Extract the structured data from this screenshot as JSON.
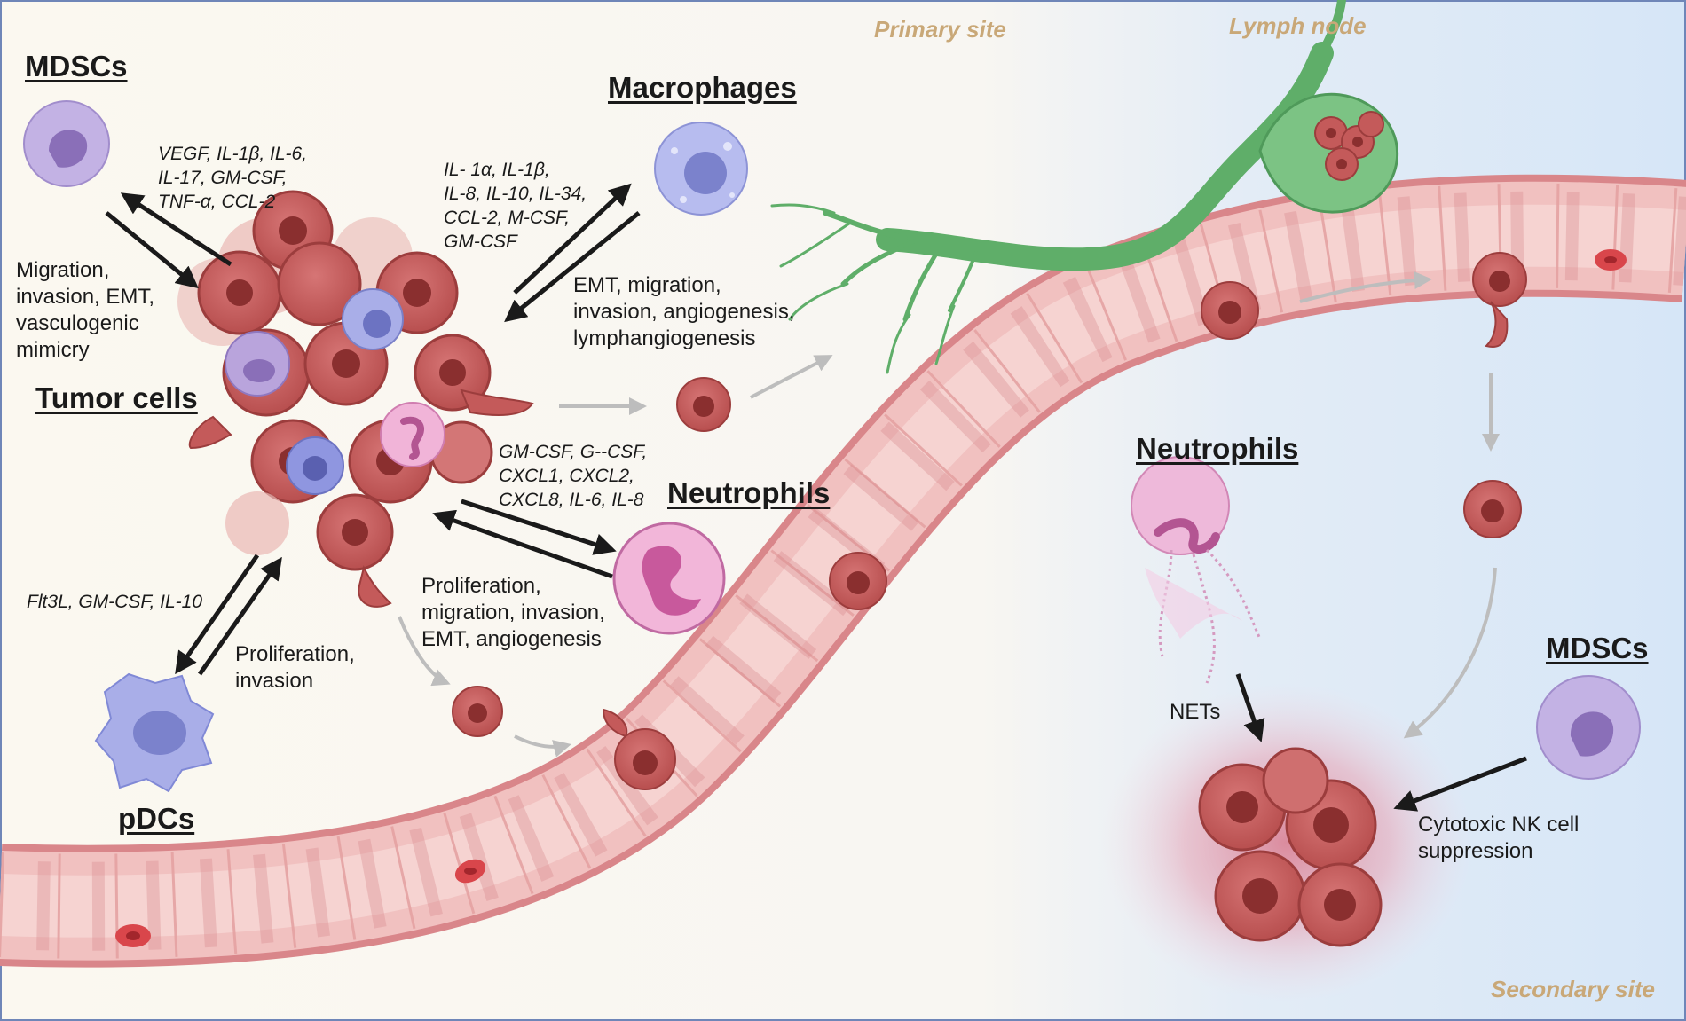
{
  "sites": {
    "primary": "Primary site",
    "lymph": "Lymph node",
    "secondary": "Secondary site"
  },
  "cells": {
    "mdsc_top": "MDSCs",
    "macrophages": "Macrophages",
    "tumor": "Tumor cells",
    "neutrophils_mid": "Neutrophils",
    "pdcs": "pDCs",
    "neutrophils_right": "Neutrophils",
    "mdsc_right": "MDSCs"
  },
  "molecules": {
    "mdsc": [
      "VEGF, IL-1β, IL-6,",
      "IL-17, GM-CSF,",
      "TNF-α, CCL-2"
    ],
    "macrophage": [
      "IL- 1α, IL-1β,",
      "IL-8, IL-10, IL-34,",
      "CCL-2, M-CSF,",
      "GM-CSF"
    ],
    "neutrophil": [
      "GM-CSF, G--CSF,",
      "CXCL1, CXCL2,",
      "CXCL8, IL-6, IL-8"
    ],
    "pdc": "Flt3L, GM-CSF, IL-10"
  },
  "effects": {
    "mdsc": [
      "Migration,",
      "invasion, EMT,",
      "vasculogenic",
      "mimicry"
    ],
    "macrophage": [
      "EMT, migration,",
      "invasion, angiogenesis,",
      "lymphangiogenesis"
    ],
    "neutrophil": [
      "Proliferation,",
      "migration, invasion,",
      "EMT, angiogenesis"
    ],
    "pdc": [
      "Proliferation,",
      "invasion"
    ],
    "nets": "NETs",
    "nk": [
      "Cytotoxic NK cell",
      "suppression"
    ]
  },
  "colors": {
    "primary_bg": "#fbf8f0",
    "secondary_bg": "#dbe8f6",
    "vessel": "#e9a6a6",
    "tumor": "#c45a5a",
    "mdsc": "#b9a4dc",
    "macrophage": "#a9aee8",
    "neutrophil": "#e8a6cf",
    "lymph": "#63b46e",
    "arrow": "#1a1a1a",
    "grey_arrow": "#bdbdbd",
    "site_label": "#c9a878"
  }
}
